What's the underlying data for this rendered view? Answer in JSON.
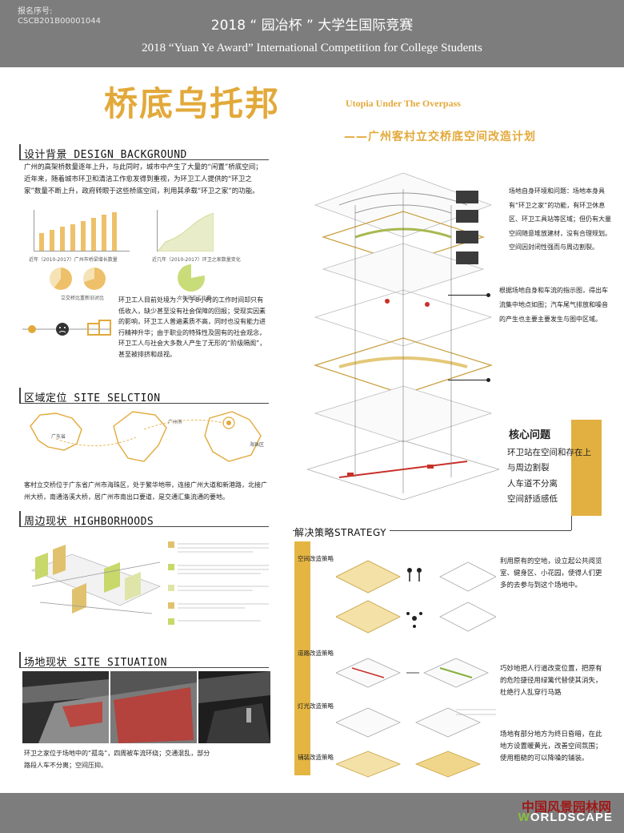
{
  "header": {
    "reg_label": "报名序号:",
    "reg_code": "CSCB201B00001044",
    "title_cn": "2018 “ 园冶杯 ” 大学生国际竞赛",
    "title_en": "2018 “Yuan Ye Award” International Competition for College Students"
  },
  "project": {
    "title_cn": "桥底乌托邦",
    "title_en": "Utopia Under The Overpass",
    "subtitle": "——广州客村立交桥底空间改造计划"
  },
  "background": {
    "heading": "设计背景 DESIGN BACKGROUND",
    "paragraph": "广州的高架桥数量逐年上升，与此同时，城市中产生了大量的“闲置”桥底空间；近年来，随着城市环卫和清洁工作愈发得到重视，为环卫工人提供的“环卫之家”数量不断上升，政府转眼于这些桥底空间，利用其承载“环卫之家”的功能。",
    "chart1_caption": "近年（2010-2017）广州市桥梁增长数量",
    "chart2_caption": "近几年（2010-2017）环卫之家数量变化",
    "pie1_caption": "立交桥比重新旧对比",
    "pie2_caption": "女性环卫工比重",
    "workers_text": "环卫工人目前处境为：大于8小时的工作时间却只有低收入，缺少甚至没有社会保障的回报；受现实因素的影响，环卫工人普遍素质不高，同时也没有能力进行精神升华；由于职业的特殊性及固有的社会观念，环卫工人与社会大多数人产生了无形的“阶级隔阂”，甚至被排挤和歧视。"
  },
  "location": {
    "heading": "区域定位 SITE SELCTION",
    "label_province": "广东省",
    "label_city": "广州市",
    "label_district": "海珠区",
    "paragraph": "客村立交桥位于广东省广州市海珠区，处于繁华地带，连接广州大道和新港路，北接广州大桥，南通洛溪大桥，居广州市南出口要道，是交通汇集流通的要地。"
  },
  "neighborhoods": {
    "heading": "周边现状 HIGHBORHOODS"
  },
  "situation": {
    "heading": "场地现状 SITE SITUATION",
    "paragraph": "环卫之家位于场地中的“孤岛”，四周被车流环绕；交通混乱，部分路段人车不分离；空间压抑。"
  },
  "site_notes": {
    "note1": "场地自身环境和问题：场地本身具有“环卫之家”的功能，有环卫休息区、环卫工具站等区域；但仍有大量空间随意堆放建材，没有合理规划。空间因封闭性强而与周边割裂。",
    "note2": "根据场地自身和车流的指示图，得出车流集中地点如图；汽车尾气排放和噪音的产生也主要主要发生与图中区域。"
  },
  "core": {
    "title": "核心问题",
    "items": [
      "环卫站在空间和存在上",
      "与周边割裂",
      "人车道不分离",
      "空间舒适感低"
    ]
  },
  "strategy": {
    "heading": "解决策略STRATEGY",
    "labels": [
      "空间改造策略",
      "道路改造策略",
      "灯光改造策略",
      "铺装改造策略"
    ],
    "note_space": "利用原有的空地，设立起公共阅览室、健身区、小花园，使得人们更多的去参与到这个场地中。",
    "note_road": "巧妙地把人行道改变位置，把原有的危险捷径用绿篱代替使其消失，杜绝行人乱穿行马路",
    "note_light": "场地有部分地方为终日昏暗，在此地方设置暖黄光，改善空间氛围；使用粗糙的可以降噪的铺装。"
  },
  "footer": {
    "logo_cn": "中国风景园林网",
    "logo_en_w": "W",
    "logo_en_rest": "ORLDSCAPE"
  },
  "colors": {
    "accent": "#e2a93a",
    "header_gray": "#7d7d7d",
    "highlight_red": "#c8302a"
  }
}
